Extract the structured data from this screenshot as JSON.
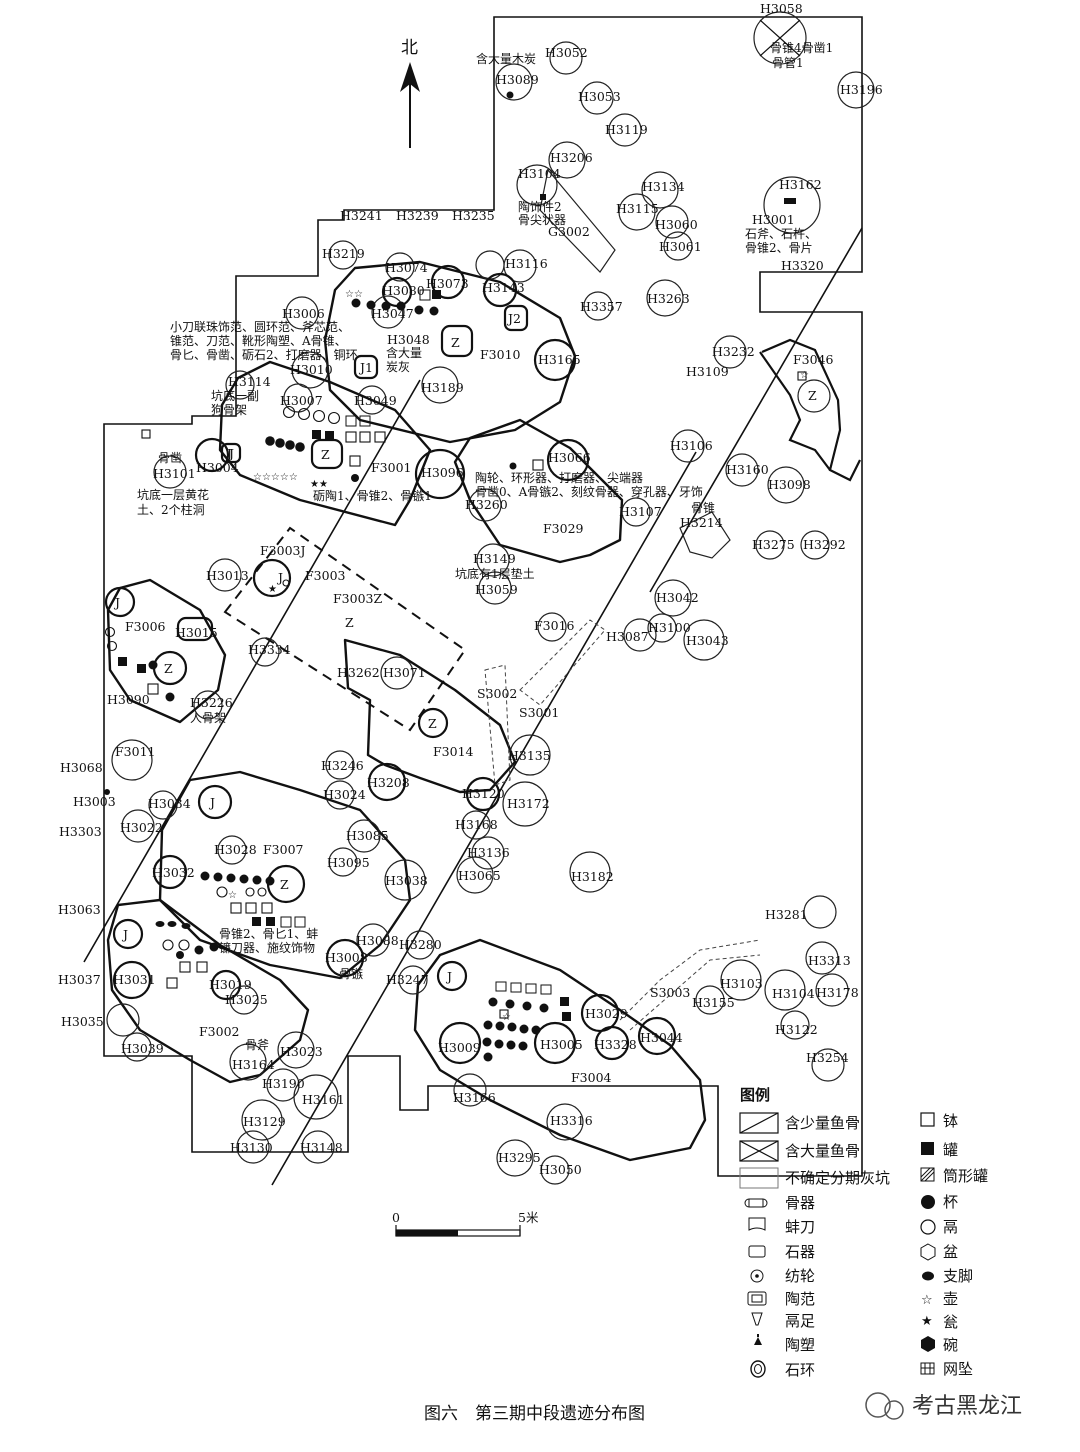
{
  "figure": {
    "caption": "图六　第三期中段遗迹分布图",
    "north_label": "北",
    "scale": {
      "start": "0",
      "end": "5米"
    },
    "watermark": "考古黑龙江"
  },
  "legend": {
    "title": "图例",
    "fill_items": [
      {
        "key": "few-fish",
        "label": "含少量鱼骨"
      },
      {
        "key": "many-fish",
        "label": "含大量鱼骨"
      },
      {
        "key": "uncertain",
        "label": "不确定分期灰坑"
      }
    ],
    "left_items": [
      {
        "icon": "bone-tool-icon",
        "label": "骨器"
      },
      {
        "icon": "clam-knife-icon",
        "label": "蚌刀"
      },
      {
        "icon": "stone-tool-icon",
        "label": "石器"
      },
      {
        "icon": "spindle-whorl-icon",
        "label": "纺轮"
      },
      {
        "icon": "pottery-mold-icon",
        "label": "陶范"
      },
      {
        "icon": "li-foot-icon",
        "label": "鬲足"
      },
      {
        "icon": "clay-figure-icon",
        "label": "陶塑"
      },
      {
        "icon": "stone-ring-icon",
        "label": "石环"
      }
    ],
    "right_items": [
      {
        "icon": "bo-bowl-icon",
        "label": "钵"
      },
      {
        "icon": "guan-jar-icon",
        "label": "罐"
      },
      {
        "icon": "tube-jar-icon",
        "label": "筒形罐"
      },
      {
        "icon": "cup-icon",
        "label": "杯"
      },
      {
        "icon": "li-tripod-icon",
        "label": "鬲"
      },
      {
        "icon": "basin-icon",
        "label": "盆"
      },
      {
        "icon": "support-icon",
        "label": "支脚"
      },
      {
        "icon": "pot-icon",
        "label": "壶"
      },
      {
        "icon": "weng-urn-icon",
        "label": "瓮"
      },
      {
        "icon": "wan-bowl-icon",
        "label": "碗"
      },
      {
        "icon": "net-sinker-icon",
        "label": "网坠"
      }
    ]
  },
  "features": {
    "H3058": "H3058",
    "H3052": "H3052",
    "H3089": "H3089",
    "H3053": "H3053",
    "H3196": "H3196",
    "H3119": "H3119",
    "H3206": "H3206",
    "H3104": "H3104",
    "H3134": "H3134",
    "H3162": "H3162",
    "H3115": "H3115",
    "H3060": "H3060",
    "H3061": "H3061",
    "H3001": "H3001",
    "G3002": "G3002",
    "H3320": "H3320",
    "H3241": "H3241",
    "H3239": "H3239",
    "H3235": "H3235",
    "H3219": "H3219",
    "H3074": "H3074",
    "H3116": "H3116",
    "H3073": "H3073",
    "H3143": "H3143",
    "H3080": "H3080",
    "H3357": "H3357",
    "H3263": "H3263",
    "H3006": "H3006",
    "H3047": "H3047",
    "J2": "J2",
    "H3048": "H3048",
    "F3010": "F3010",
    "H3165": "H3165",
    "H3232": "H3232",
    "F3046": "F3046",
    "H3109": "H3109",
    "J1": "J1",
    "H3010": "H3010",
    "H3189": "H3189",
    "H3114": "H3114",
    "H3007": "H3007",
    "H3049": "H3049",
    "H3106": "H3106",
    "H3066": "H3066",
    "H3160": "H3160",
    "H3098": "H3098",
    "H3101": "H3101",
    "H3004": "H3004",
    "F3001": "F3001",
    "H3096": "H3096",
    "H3260": "H3260",
    "H3107": "H3107",
    "H3214": "H3214",
    "F3029": "F3029",
    "H3275": "H3275",
    "H3292": "H3292",
    "F3003J": "F3003J",
    "H3149": "H3149",
    "H3013": "H3013",
    "F3003": "F3003",
    "H3059": "H3059",
    "H3042": "H3042",
    "F3006": "F3006",
    "H3015": "H3015",
    "F3003Z": "F3003Z",
    "F3016": "F3016",
    "H3087": "H3087",
    "H3100": "H3100",
    "H3043": "H3043",
    "H3334": "H3334",
    "H3262": "H3262",
    "H3071": "H3071",
    "S3002": "S3002",
    "H3090": "H3090",
    "H3226": "H3226",
    "S3001": "S3001",
    "F3014": "F3014",
    "F3011": "F3011",
    "H3135": "H3135",
    "H3068": "H3068",
    "H3246": "H3246",
    "H3208": "H3208",
    "H3003": "H3003",
    "H3034": "H3034",
    "H3024": "H3024",
    "H3120": "H3120",
    "H3172": "H3172",
    "H3022": "H3022",
    "H3303": "H3303",
    "H3168": "H3168",
    "H3085": "H3085",
    "H3028": "H3028",
    "F3007": "F3007",
    "H3136": "H3136",
    "H3095": "H3095",
    "H3032": "H3032",
    "H3065": "H3065",
    "H3038": "H3038",
    "H3182": "H3182",
    "H3063": "H3063",
    "H3281": "H3281",
    "H3088": "H3088",
    "H3280": "H3280",
    "H3008": "H3008",
    "H3313": "H3313",
    "H3037": "H3037",
    "H3031": "H3031",
    "H3019": "H3019",
    "H3247": "H3247",
    "S3003": "S3003",
    "H3103": "H3103",
    "H3104b": "H3104",
    "H3178": "H3178",
    "H3025": "H3025",
    "H3155": "H3155",
    "H3029": "H3029",
    "H3035": "H3035",
    "F3002": "F3002",
    "H3009": "H3009",
    "H3005": "H3005",
    "H3328": "H3328",
    "H3044": "H3044",
    "H3122": "H3122",
    "H3039": "H3039",
    "H3023": "H3023",
    "H3254": "H3254",
    "H3164": "H3164",
    "F3004": "F3004",
    "H3190": "H3190",
    "H3161": "H3161",
    "H3166": "H3166",
    "H3129": "H3129",
    "H3316": "H3316",
    "H3130": "H3130",
    "H3148": "H3148",
    "H3295": "H3295",
    "H3050": "H3050"
  },
  "hearth_letters": {
    "J": "J",
    "Z": "Z"
  },
  "notes": {
    "charcoal": "含大量木炭",
    "h3058_finds_1": "骨锥4骨凿1",
    "h3058_finds_2": "骨管1",
    "h3104_finds_1": "陶饰件2",
    "h3104_finds_2": "骨尖状器",
    "h3001_finds_1": "石斧、石杵、",
    "h3001_finds_2": "骨锥2、骨片",
    "f3010_finds_1": "小刀联珠饰范、圆环范、斧芯范、",
    "f3010_finds_2": "锥范、刀范、靴形陶塑、A骨锥、",
    "f3010_finds_3": "骨匕、骨凿、砺石2、打磨器、铜环",
    "h3048_finds_1": "含大量",
    "h3048_finds_2": "炭灰",
    "h3114_finds_1": "坑底一副",
    "h3114_finds_2": "狗骨架",
    "h3101_finds": "骨凿",
    "h3004_finds_1": "坑底一层黄花",
    "h3004_finds_2": "土、2个柱洞",
    "f3001_finds": "砺陶1、骨锥2、骨镞1",
    "f3029_finds_1": "陶轮、环形器、打磨器、尖端器",
    "f3029_finds_2": "骨凿0、A骨镞2、刻纹骨器、穿孔器、牙饰",
    "h3214_finds": "骨锥",
    "h3149_finds": "坑底有1层垫土",
    "h3226_finds": "人骨架",
    "f3007_finds_1": "骨锥2、骨匕1、蚌",
    "f3007_finds_2": "镰刀器、施纹饰物",
    "h3008_finds": "骨镞",
    "h3164_finds": "骨斧"
  }
}
